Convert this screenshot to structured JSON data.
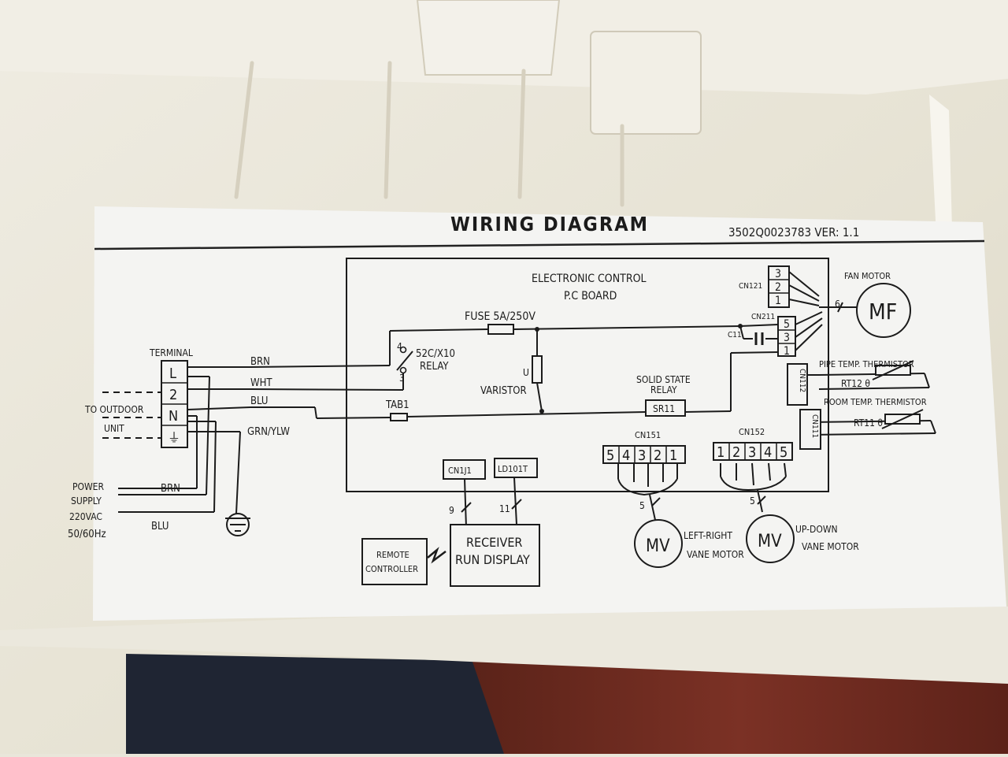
{
  "label_sheet": {
    "title": "WIRING DIAGRAM",
    "model_version": "3502Q0023783 VER: 1.1"
  },
  "pcb": {
    "line1": "ELECTRONIC CONTROL",
    "line2": "P.C BOARD"
  },
  "components": {
    "fuse": "FUSE 5A/250V",
    "relay_contact": "52C/X10",
    "relay": "RELAY",
    "relay_pin_top": "4",
    "relay_pin_bottom": "3",
    "varistor": "VARISTOR",
    "varistor_mark": "U",
    "ssr_line1": "SOLID STATE",
    "ssr_line2": "RELAY",
    "ssr_box": "SR11",
    "tab": "TAB1",
    "capacitor": "C11",
    "fan_motor_label": "FAN MOTOR",
    "fan_motor": "MF",
    "fan_wires": "6",
    "cn121": "CN121",
    "cn211": "CN211",
    "cn121_pins": [
      "3",
      "2",
      "1"
    ],
    "cn211_pins": [
      "5",
      "3",
      "1"
    ],
    "cn112": "CN112",
    "cn111": "CN111",
    "pipe_thermistor": "PIPE TEMP. THERMISTOR",
    "room_thermistor": "ROOM TEMP. THERMISTOR",
    "rt12": "RT12 θ",
    "rt11": "RT11 θ",
    "cn151": "CN151",
    "cn152": "CN152",
    "cn151_pins": [
      "5",
      "4",
      "3",
      "2",
      "1"
    ],
    "cn152_pins": [
      "1",
      "2",
      "3",
      "4",
      "5"
    ],
    "cn151_wires": "5",
    "cn152_wires": "5",
    "vane_motor": "MV",
    "lr_vane_line1": "LEFT-RIGHT",
    "lr_vane_line2": "VANE MOTOR",
    "ud_vane_line1": "UP-DOWN",
    "ud_vane_line2": "VANE MOTOR",
    "cn1j1": "CN1J1",
    "ld101t": "LD101T",
    "cn1j1_wires": "9",
    "ld101t_wires": "11",
    "receiver_line1": "RECEIVER",
    "receiver_line2": "RUN DISPLAY",
    "remote_line1": "REMOTE",
    "remote_line2": "CONTROLLER"
  },
  "terminal": {
    "title": "TERMINAL",
    "pins": [
      "L",
      "2",
      "N",
      "⏚"
    ],
    "wire_brn": "BRN",
    "wire_wht": "WHT",
    "wire_blu": "BLU",
    "wire_grn_ylw": "GRN/YLW",
    "outdoor_line1": "TO OUTDOOR",
    "outdoor_line2": "UNIT"
  },
  "power_supply": {
    "line1": "POWER",
    "line2": "SUPPLY",
    "line3": "220VAC",
    "line4": "50/60Hz",
    "wire_brn": "BRN",
    "wire_blu": "BLU"
  },
  "colors": {
    "label_paper": "#f4f4f2",
    "ink": "#1b1b1b",
    "housing_plastic": "#ebe7da",
    "wood": "#7a2e22"
  }
}
